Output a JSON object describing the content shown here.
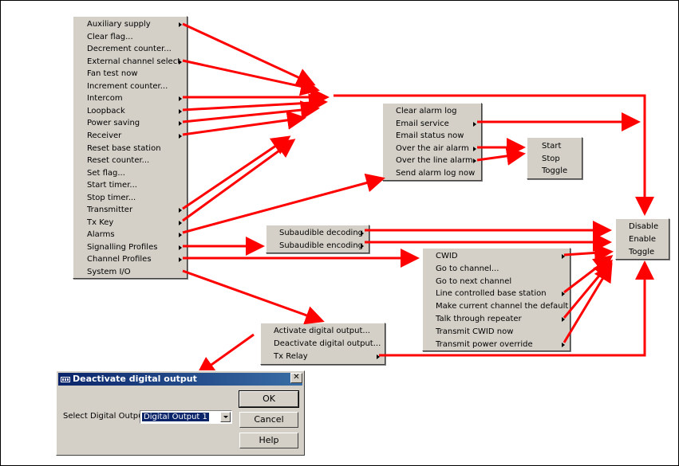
{
  "main_menu": [
    "Auxiliary supply",
    "Clear flag...",
    "Decrement counter...",
    "External channel select",
    "Fan test now",
    "Increment counter...",
    "Intercom",
    "Loopback",
    "Power saving",
    "Receiver",
    "Reset base station",
    "Reset counter...",
    "Set flag...",
    "Start timer...",
    "Stop timer...",
    "Transmitter",
    "Tx Key",
    "Alarms",
    "Signalling Profiles",
    "Channel Profiles",
    "System I/O"
  ],
  "alarms_menu": [
    "Clear alarm log",
    "Email service",
    "Email status now",
    "Over the air alarm",
    "Over the line alarm",
    "Send alarm log now"
  ],
  "alarm_action_menu": [
    "Start",
    "Stop",
    "Toggle"
  ],
  "state_menu": [
    "Disable",
    "Enable",
    "Toggle"
  ],
  "signalling_menu": [
    "Subaudible decoding",
    "Subaudible encoding"
  ],
  "channel_menu": [
    "CWID",
    "Go to channel...",
    "Go to next channel",
    "Line controlled base station",
    "Make current channel the default",
    "Talk through repeater",
    "Transmit CWID now",
    "Transmit power override"
  ],
  "sysio_menu": [
    "Activate digital output...",
    "Deactivate digital output...",
    "Tx Relay"
  ],
  "dialog": {
    "title": "Deactivate digital output",
    "close": "✕",
    "select_label": "Select Digital Output",
    "select_value": "Digital Output 1",
    "ok": "OK",
    "cancel": "Cancel",
    "help": "Help"
  },
  "colors": {
    "arrow": "#ff0000",
    "menu_bg": "#d4d0c8",
    "title_bar": "#0a246a"
  }
}
